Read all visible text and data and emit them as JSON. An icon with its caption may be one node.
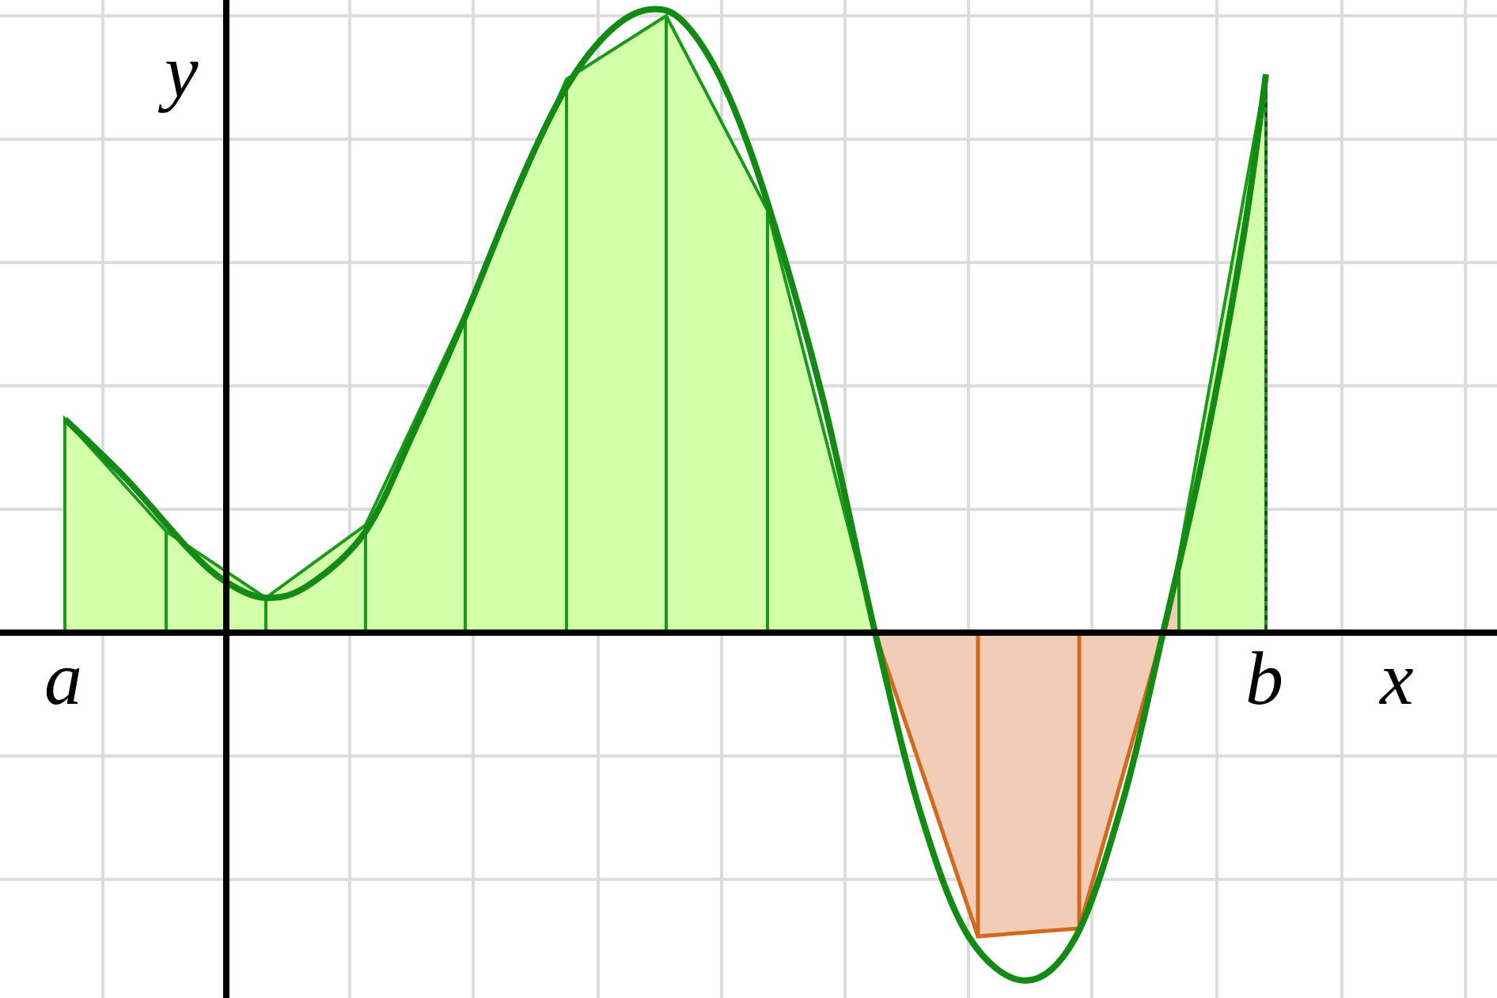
{
  "diagram": {
    "labels": [
      "y",
      "a",
      "b",
      "x"
    ]
  }
}
